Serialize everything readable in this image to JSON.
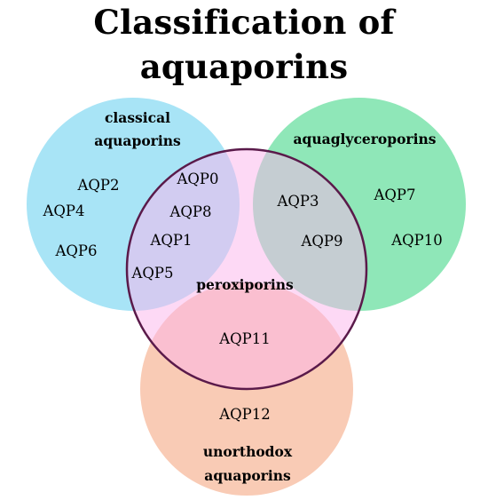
{
  "title": "Classification of aquaporins",
  "groups": {
    "classical": {
      "line1": "classical",
      "line2": "aquaporins",
      "color": "#a8e4f6"
    },
    "aquaglyceroporins": {
      "label": "aquaglyceroporins",
      "color": "#8fe7b8"
    },
    "peroxiporins": {
      "label": "peroxiporins",
      "color": "#fbd0f2",
      "outline": "#5a1a4a"
    },
    "unorthodox": {
      "line1": "unorthodox",
      "line2": "aquaporins",
      "color": "#f9cbb5"
    }
  },
  "members": {
    "aqp0": "AQP0",
    "aqp1": "AQP1",
    "aqp2": "AQP2",
    "aqp3": "AQP3",
    "aqp4": "AQP4",
    "aqp5": "AQP5",
    "aqp6": "AQP6",
    "aqp7": "AQP7",
    "aqp8": "AQP8",
    "aqp9": "AQP9",
    "aqp10": "AQP10",
    "aqp11": "AQP11",
    "aqp12": "AQP12"
  }
}
